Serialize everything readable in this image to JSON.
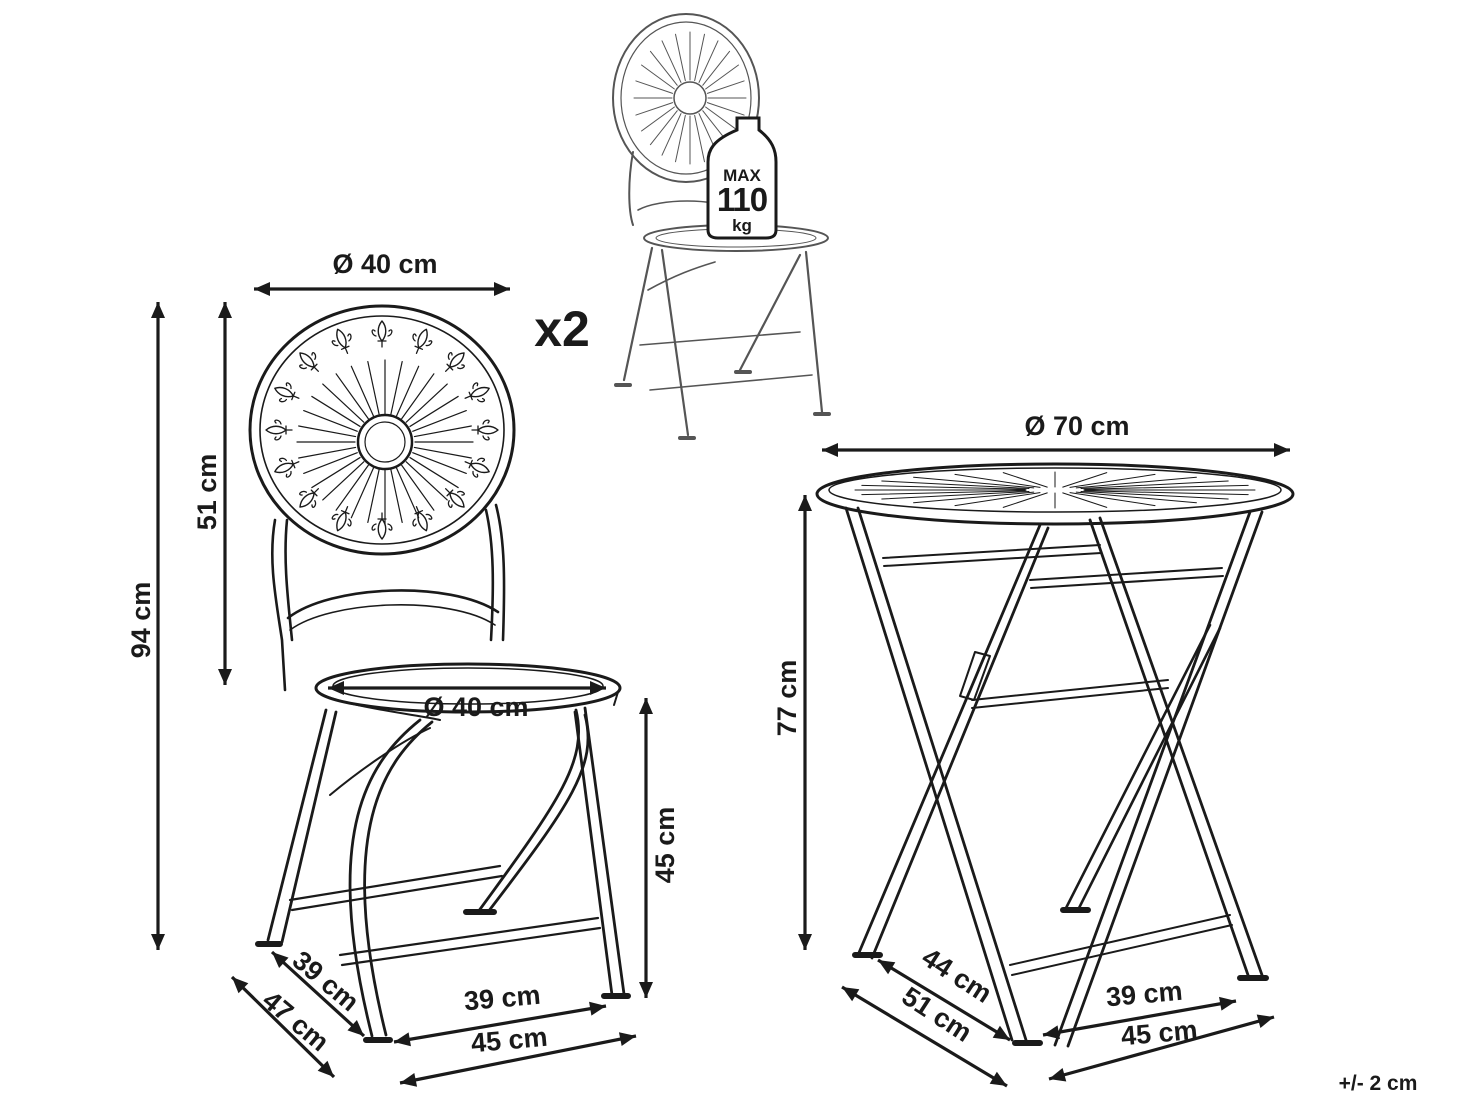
{
  "chair": {
    "backrest_diameter": "Ø 40 cm",
    "backrest_height": "51 cm",
    "total_height": "94 cm",
    "seat_diameter": "Ø 40 cm",
    "seat_height": "45 cm",
    "depth_inner": "39 cm",
    "depth_outer": "47 cm",
    "width_inner": "39 cm",
    "width_outer": "45 cm",
    "quantity": "x2"
  },
  "table": {
    "top_diameter": "Ø 70 cm",
    "height": "77 cm",
    "depth_inner": "44 cm",
    "depth_outer": "51 cm",
    "width_inner": "39 cm",
    "width_outer": "45 cm"
  },
  "max_load": {
    "label": "MAX",
    "value": "110",
    "unit": "kg"
  },
  "tolerance": "+/- 2 cm"
}
